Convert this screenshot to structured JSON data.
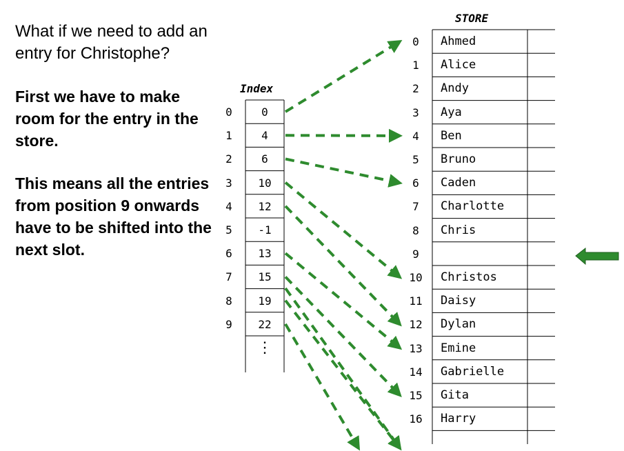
{
  "text": {
    "intro": "What if we need to add an entry for Christophe?",
    "para1": "First we have to make room for the entry in the store.",
    "para2": "This means all the entries from position 9 onwards have to be shifted into the next slot."
  },
  "index": {
    "title": "Index",
    "positions": [
      "0",
      "1",
      "2",
      "3",
      "4",
      "5",
      "6",
      "7",
      "8",
      "9"
    ],
    "values": [
      "0",
      "4",
      "6",
      "10",
      "12",
      "-1",
      "13",
      "15",
      "19",
      "22"
    ],
    "ellipsis": "⋮"
  },
  "store": {
    "title": "STORE",
    "positions": [
      "0",
      "1",
      "2",
      "3",
      "4",
      "5",
      "6",
      "7",
      "8",
      "9",
      "10",
      "11",
      "12",
      "13",
      "14",
      "15",
      "16"
    ],
    "names": [
      "Ahmed",
      "Alice",
      "Andy",
      "Aya",
      "Ben",
      "Bruno",
      "Caden",
      "Charlotte",
      "Chris",
      "",
      "Christos",
      "Daisy",
      "Dylan",
      "Emine",
      "Gabrielle",
      "Gita",
      "Harry"
    ]
  },
  "colors": {
    "arrow": "#2e8b2e",
    "insert_arrow": "#2e8b2e"
  }
}
